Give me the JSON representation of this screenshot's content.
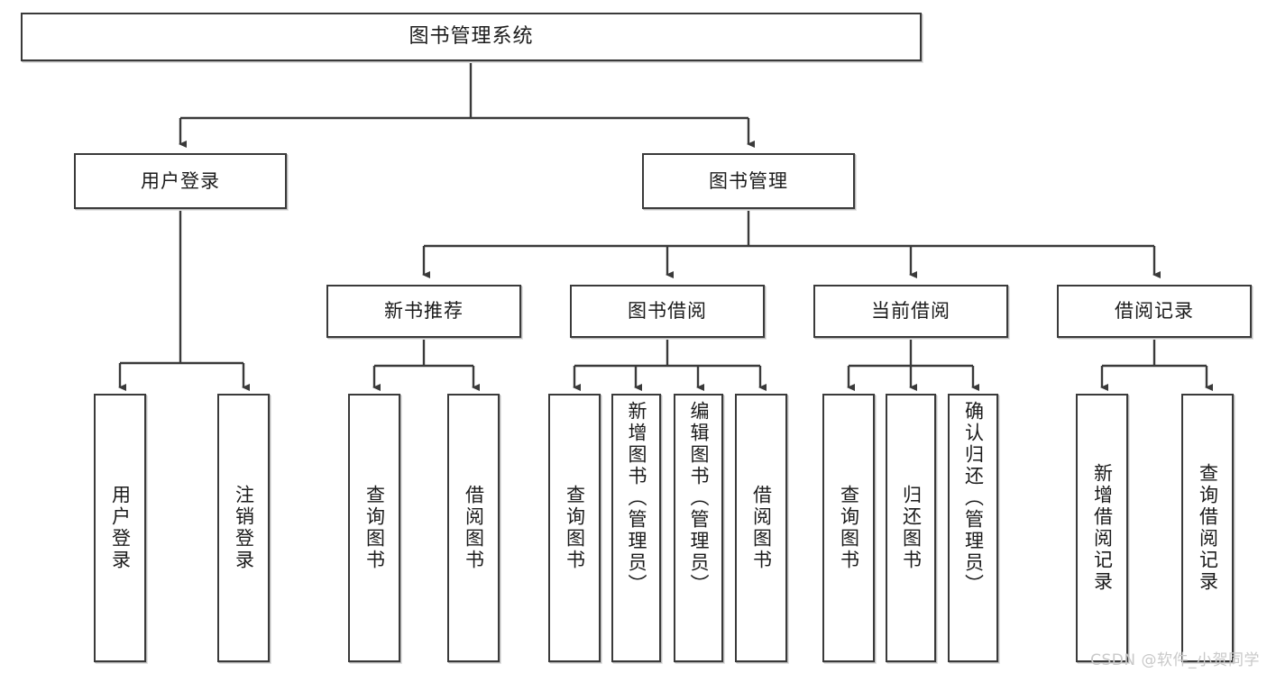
{
  "diagram": {
    "title": "图书管理系统",
    "type": "tree-structure-chart",
    "root": {
      "label": "图书管理系统"
    },
    "level2": [
      {
        "label": "用户登录"
      },
      {
        "label": "图书管理"
      }
    ],
    "level3": [
      {
        "label": "新书推荐"
      },
      {
        "label": "图书借阅"
      },
      {
        "label": "当前借阅"
      },
      {
        "label": "借阅记录"
      }
    ],
    "leaves": [
      {
        "label": "用户登录"
      },
      {
        "label": "注销登录"
      },
      {
        "label": "查询图书"
      },
      {
        "label": "借阅图书"
      },
      {
        "label": "查询图书"
      },
      {
        "label": "新增图书（管理员）"
      },
      {
        "label": "编辑图书（管理员）"
      },
      {
        "label": "借阅图书"
      },
      {
        "label": "查询图书"
      },
      {
        "label": "归还图书"
      },
      {
        "label": "确认归还（管理员）"
      },
      {
        "label": "新增借阅记录"
      },
      {
        "label": "查询借阅记录"
      }
    ]
  },
  "watermark": {
    "text": "CSDN @软件_小贺同学"
  },
  "colors": {
    "stroke": "#3a3a3a",
    "background": "#ffffff",
    "text": "#1b1b1b",
    "watermark": "#c9c9c9"
  }
}
